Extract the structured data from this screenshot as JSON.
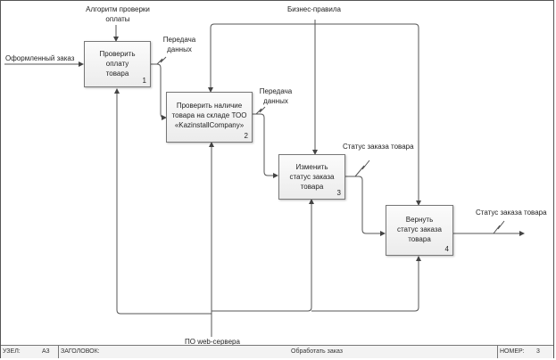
{
  "diagram": {
    "boxes": [
      {
        "label": "Проверить оплату товара",
        "number": "1"
      },
      {
        "label": "Проверить наличие товара на складе ТОО «KazinstallCompany»",
        "number": "2"
      },
      {
        "label": "Изменить статус заказа товара",
        "number": "3"
      },
      {
        "label": "Вернуть статус заказа товара",
        "number": "4"
      }
    ],
    "arrows": {
      "input": "Оформленный заказ",
      "control_algorithm": "Алгоритм проверки оплаты",
      "control_rules": "Бизнес-правила",
      "data_transfer_1": "Передача данных",
      "data_transfer_2": "Передача данных",
      "status_1": "Статус заказа товара",
      "status_output": "Статус заказа товара",
      "mechanism": "ПО web-сервера"
    }
  },
  "footer": {
    "node_label": "УЗЕЛ:",
    "node_value": "A3",
    "title_label": "ЗАГОЛОВОК:",
    "title_value": "Обработать заказ",
    "number_label": "НОМЕР:",
    "number_value": "3"
  }
}
